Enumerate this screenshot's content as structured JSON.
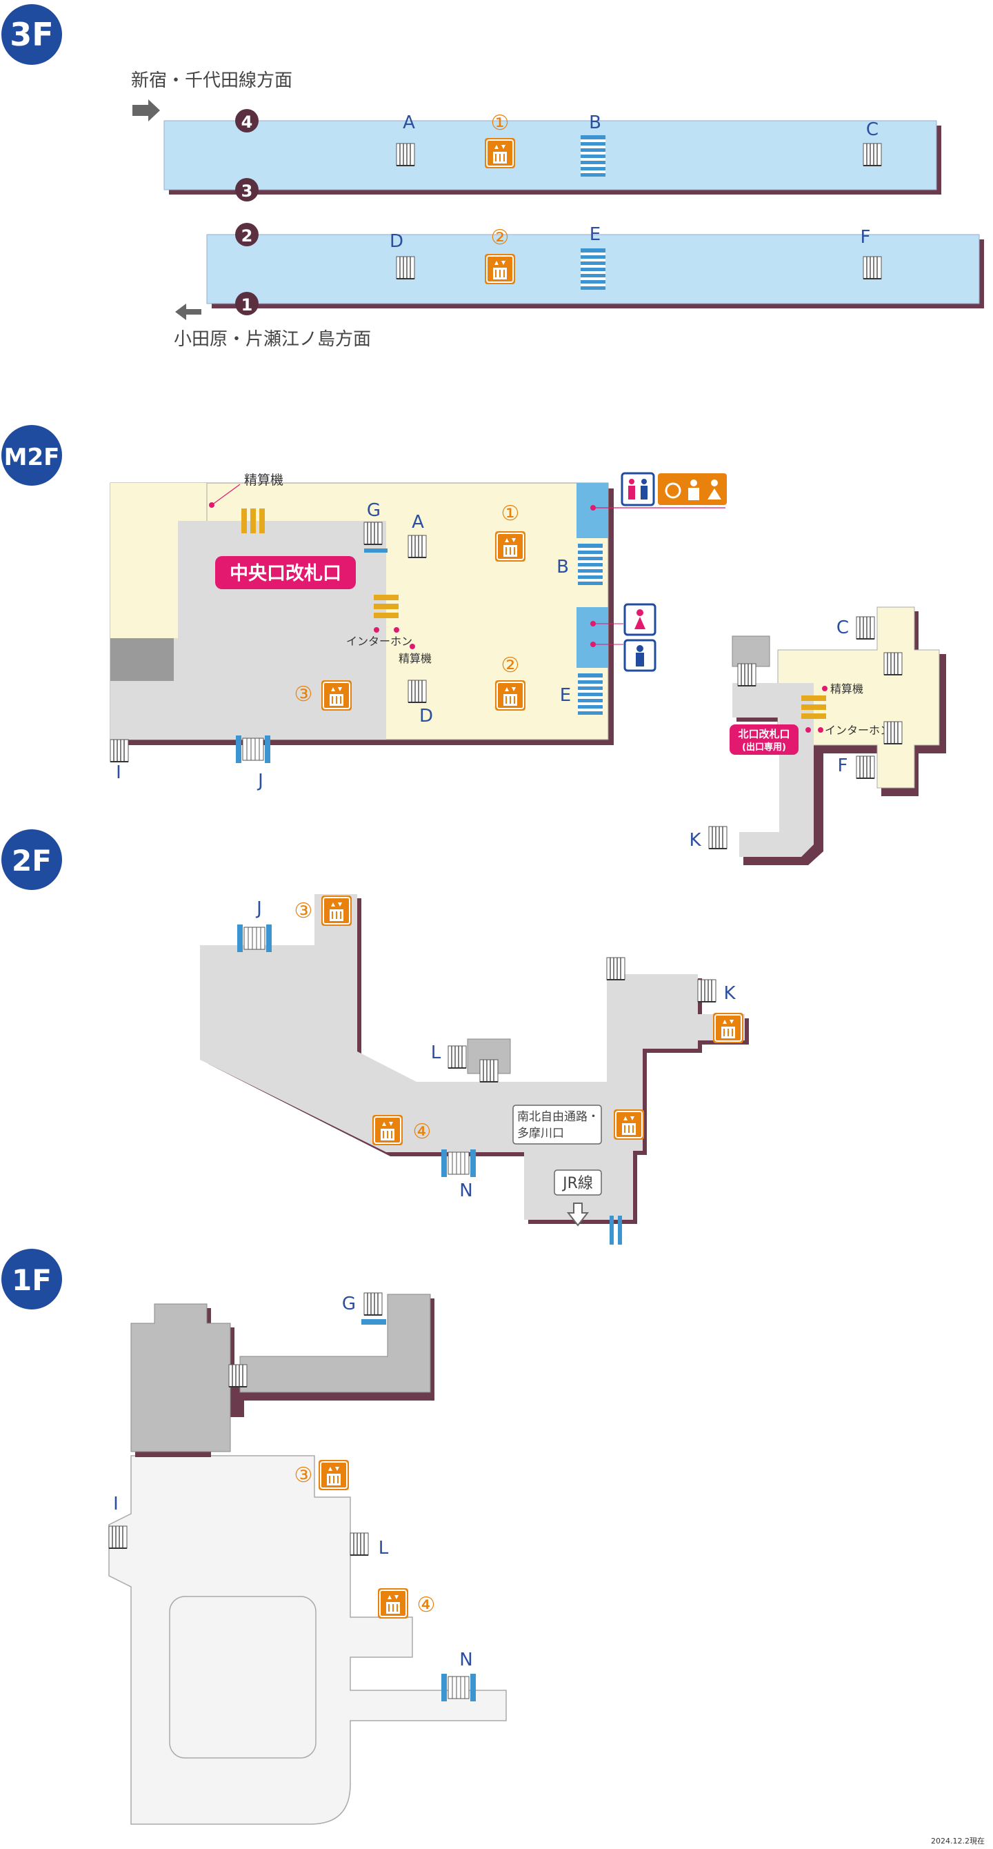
{
  "colors": {
    "floor_badge": "#1f4c9e",
    "platform": "#bfe1f5",
    "concourse": "#fbf7d6",
    "paid_area": "#dcdcdc",
    "ground": "#f4f4f4",
    "wall_shadow": "#6b3a4c",
    "elevator": "#e8820c",
    "gate": "#e2196e",
    "stairs": "#3c94d0",
    "letter": "#2a4fa0",
    "orange_text": "#e8820c",
    "number_badge": "#5a2f3f",
    "ticket_machine": "#e6a81c"
  },
  "floors": {
    "f3": "3F",
    "m2f": "M2F",
    "f2": "2F",
    "f1": "1F"
  },
  "directions": {
    "north": "新宿・千代田線方面",
    "south": "小田原・片瀬江ノ島方面"
  },
  "tracks": [
    "1",
    "2",
    "3",
    "4"
  ],
  "labels": {
    "A": "A",
    "B": "B",
    "C": "C",
    "D": "D",
    "E": "E",
    "F": "F",
    "G": "G",
    "I": "I",
    "J": "J",
    "K": "K",
    "L": "L",
    "N": "N"
  },
  "elevator_numbers": {
    "e1": "①",
    "e2": "②",
    "e3": "③",
    "e4": "④"
  },
  "m2f": {
    "central_gate": "中央口改札口",
    "north_gate_line1": "北口改札口",
    "north_gate_line2": "(出口専用)",
    "fare_adjust": "精算機",
    "intercom": "インターホン"
  },
  "f2": {
    "free_passage_line1": "南北自由通路・",
    "free_passage_line2": "多摩川口",
    "jr_line": "JR線"
  },
  "date_stamp": "2024.12.2現在",
  "icon_names": [
    "elevator-icon",
    "stairs-icon",
    "escalator-icon",
    "toilet-icon",
    "accessible-toilet-icon",
    "male-toilet-icon",
    "female-toilet-icon",
    "arrow-right-icon",
    "arrow-left-icon",
    "arrow-down-icon"
  ]
}
